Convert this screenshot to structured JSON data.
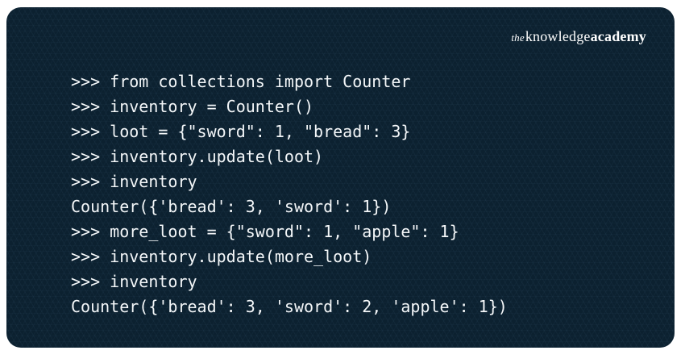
{
  "logo": {
    "the": "the",
    "knowledge": "knowledge",
    "academy": "academy"
  },
  "terminal": {
    "language": "python-repl",
    "lines": [
      ">>> from collections import Counter",
      ">>> inventory = Counter()",
      ">>> loot = {\"sword\": 1, \"bread\": 3}",
      ">>> inventory.update(loot)",
      ">>> inventory",
      "Counter({'bread': 3, 'sword': 1})",
      ">>> more_loot = {\"sword\": 1, \"apple\": 1}",
      ">>> inventory.update(more_loot)",
      ">>> inventory",
      "Counter({'bread': 3, 'sword': 2, 'apple': 1})"
    ]
  },
  "colors": {
    "page_background": "#ffffff",
    "card_background": "#0c2130",
    "code_text": "#f4f7f9",
    "logo_text": "#ffffff"
  }
}
